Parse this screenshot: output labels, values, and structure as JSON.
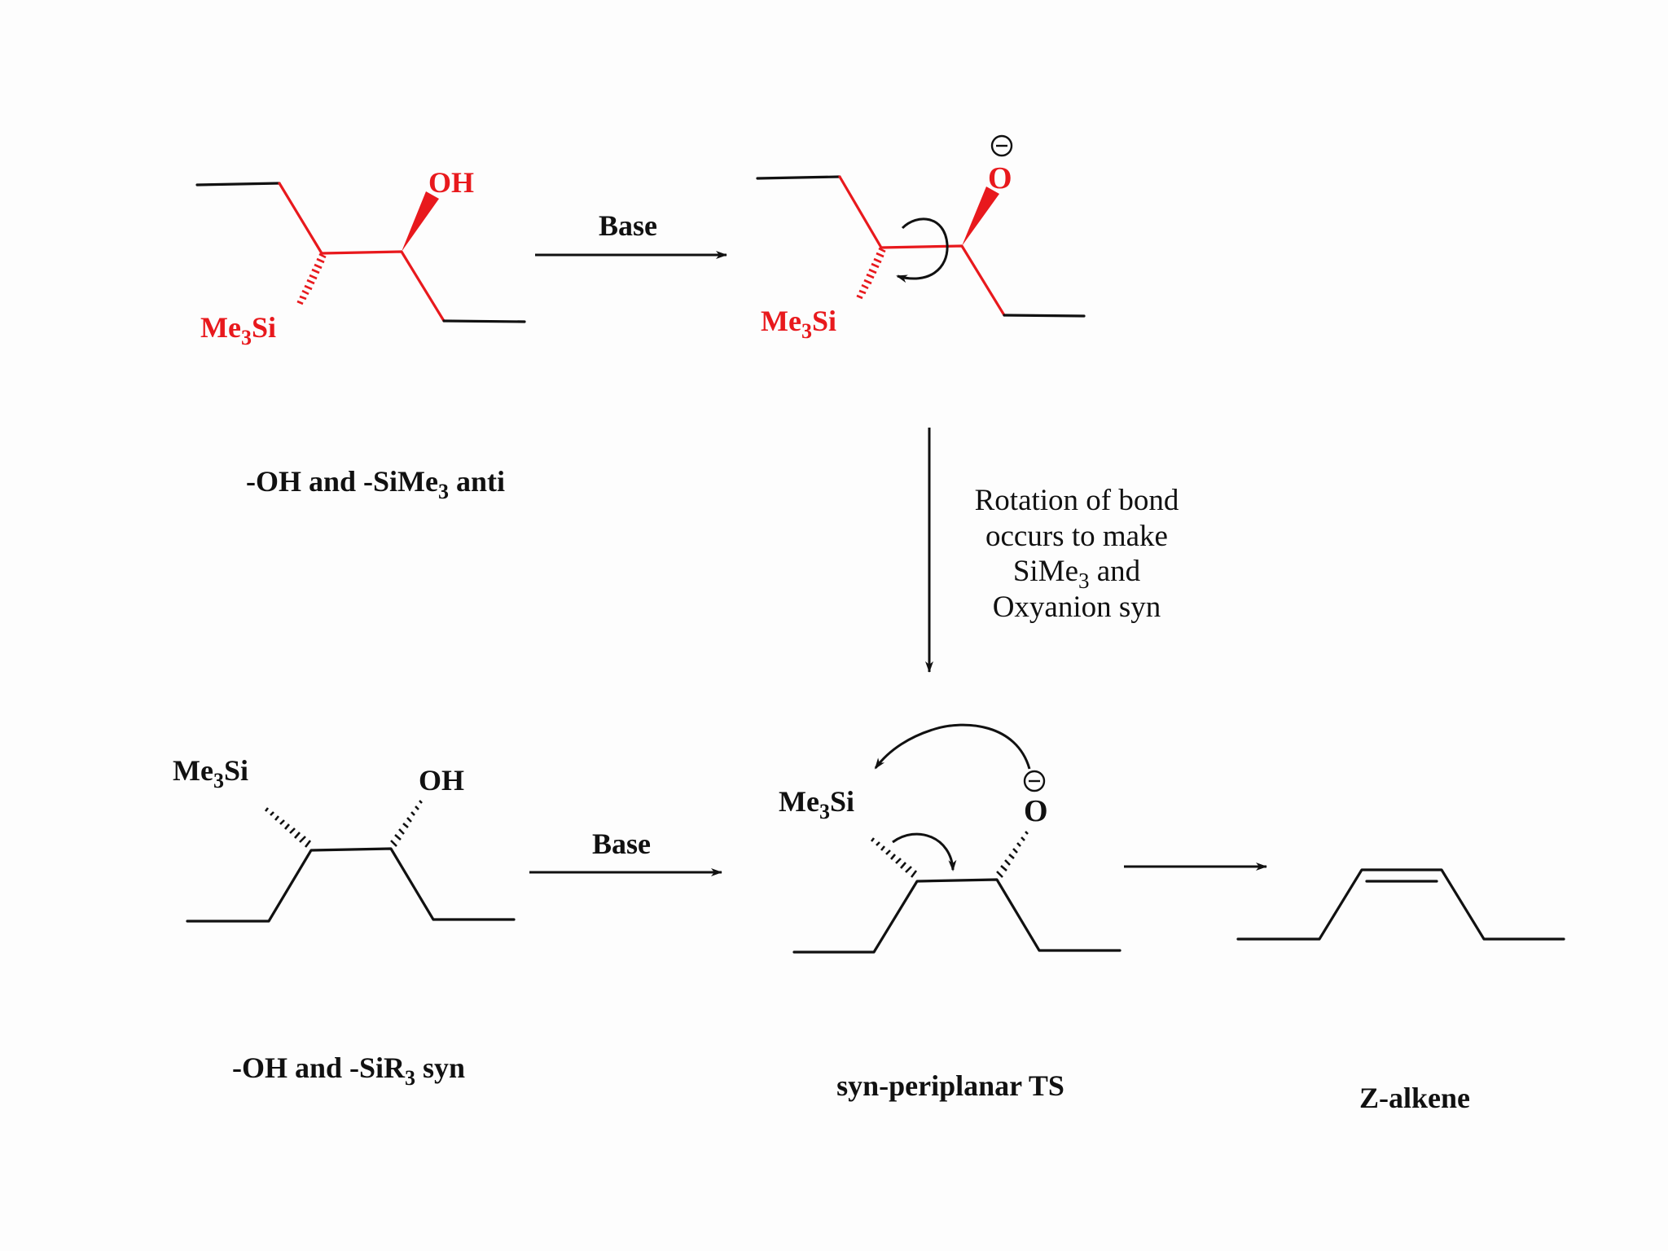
{
  "colors": {
    "highlight": "#e8191d",
    "ink": "#111111"
  },
  "labels": {
    "oh": "OH",
    "o": "O",
    "me3si_main": "Me",
    "me3si_sub": "3",
    "me3si_tail": "Si",
    "minus": "−",
    "base": "Base"
  },
  "captions": {
    "anti": {
      "pre": "-OH and -SiMe",
      "sub": "3",
      "post": " anti"
    },
    "syn": {
      "pre": "-OH and -SiR",
      "sub": "3",
      "post": " syn"
    },
    "ts": "syn-periplanar TS",
    "product": "Z-alkene"
  },
  "note": {
    "line1": "Rotation of bond",
    "line2": "occurs to make",
    "line3_pre": "SiMe",
    "line3_sub": "3",
    "line3_post": " and",
    "line4": "Oxyanion syn"
  }
}
